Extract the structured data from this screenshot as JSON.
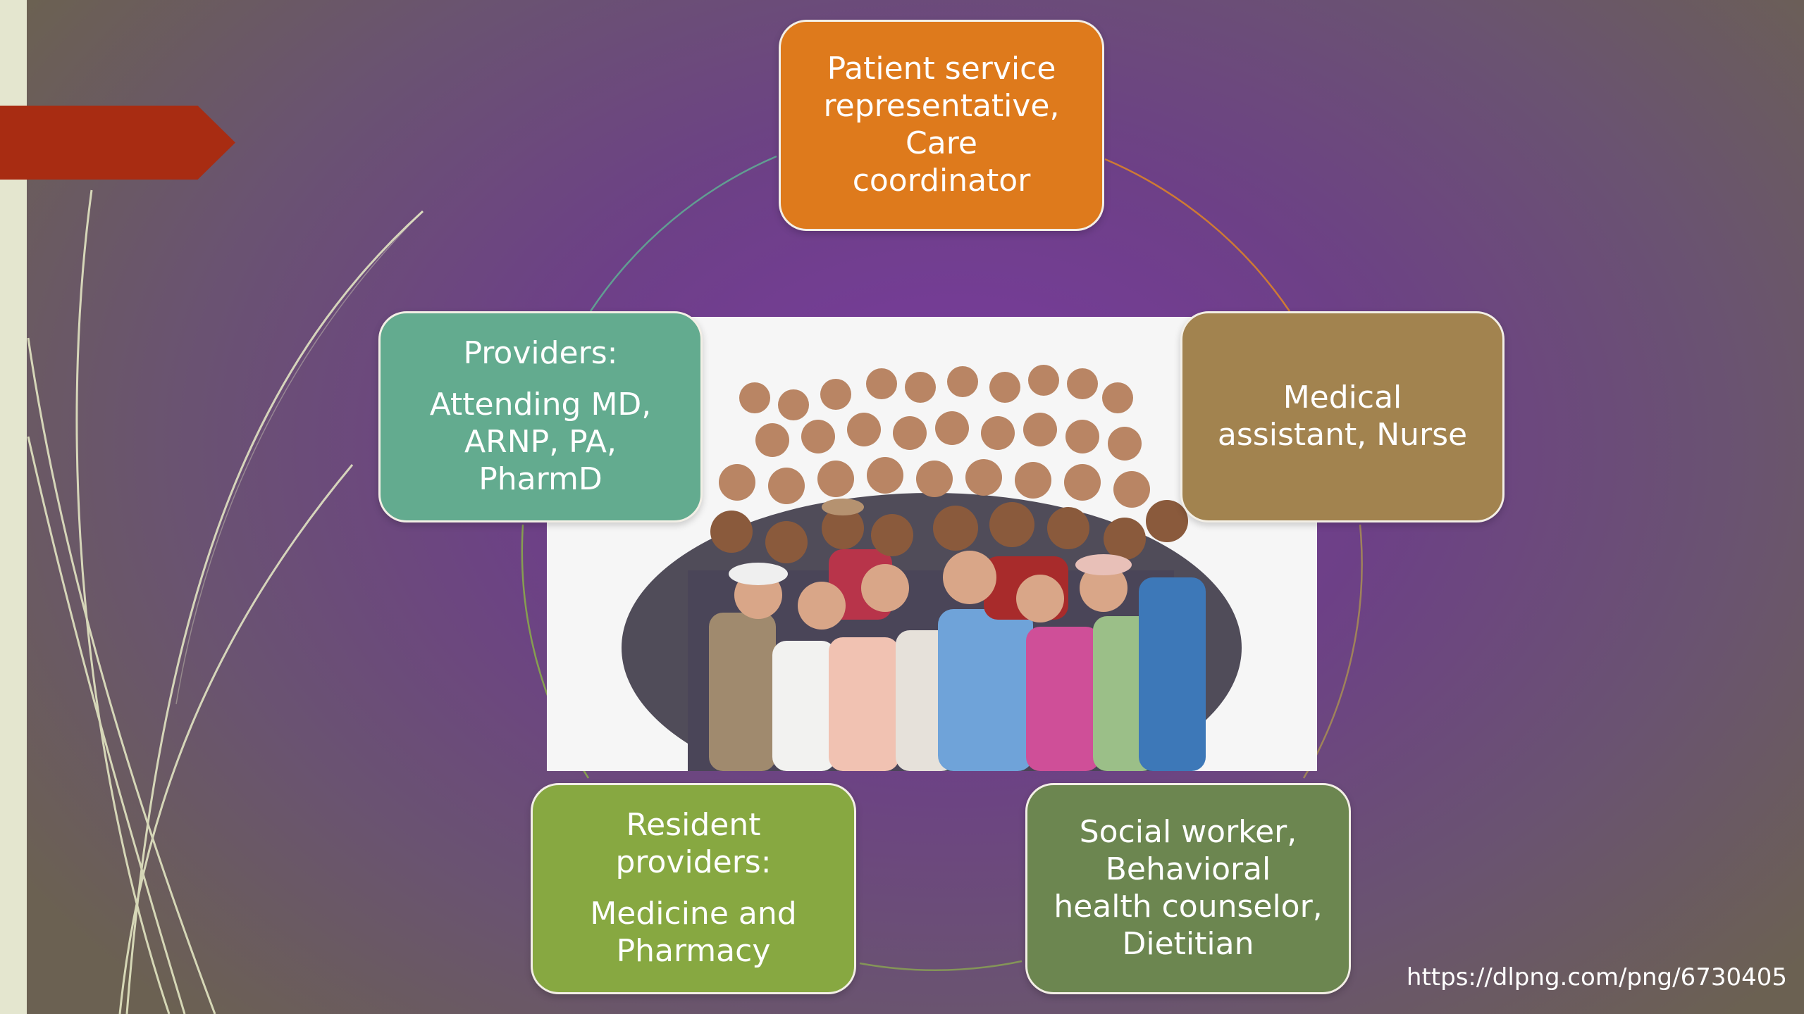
{
  "diagram": {
    "nodes": {
      "top": {
        "lines": [
          "Patient service",
          "representative,",
          "Care",
          "coordinator"
        ]
      },
      "right": {
        "lines": [
          "Medical",
          "assistant, Nurse"
        ]
      },
      "left": {
        "heading": "Providers:",
        "lines": [
          "Attending MD,",
          "ARNP, PA,",
          "PharmD"
        ]
      },
      "bottom_left": {
        "heading_lines": [
          "Resident",
          "providers:"
        ],
        "lines": [
          "Medicine and",
          "Pharmacy"
        ]
      },
      "bottom_right": {
        "lines": [
          "Social worker,",
          "Behavioral",
          "health counselor,",
          "Dietitian"
        ]
      }
    },
    "colors": {
      "top": "#de7a1c",
      "right": "#a2834f",
      "left": "#63ab8f",
      "bottom_left": "#87a841",
      "bottom_right": "#6c8650"
    }
  },
  "image": {
    "subject": "group-of-people-photo"
  },
  "credit": {
    "url_text": "https://dlpng.com/png/6730405"
  }
}
